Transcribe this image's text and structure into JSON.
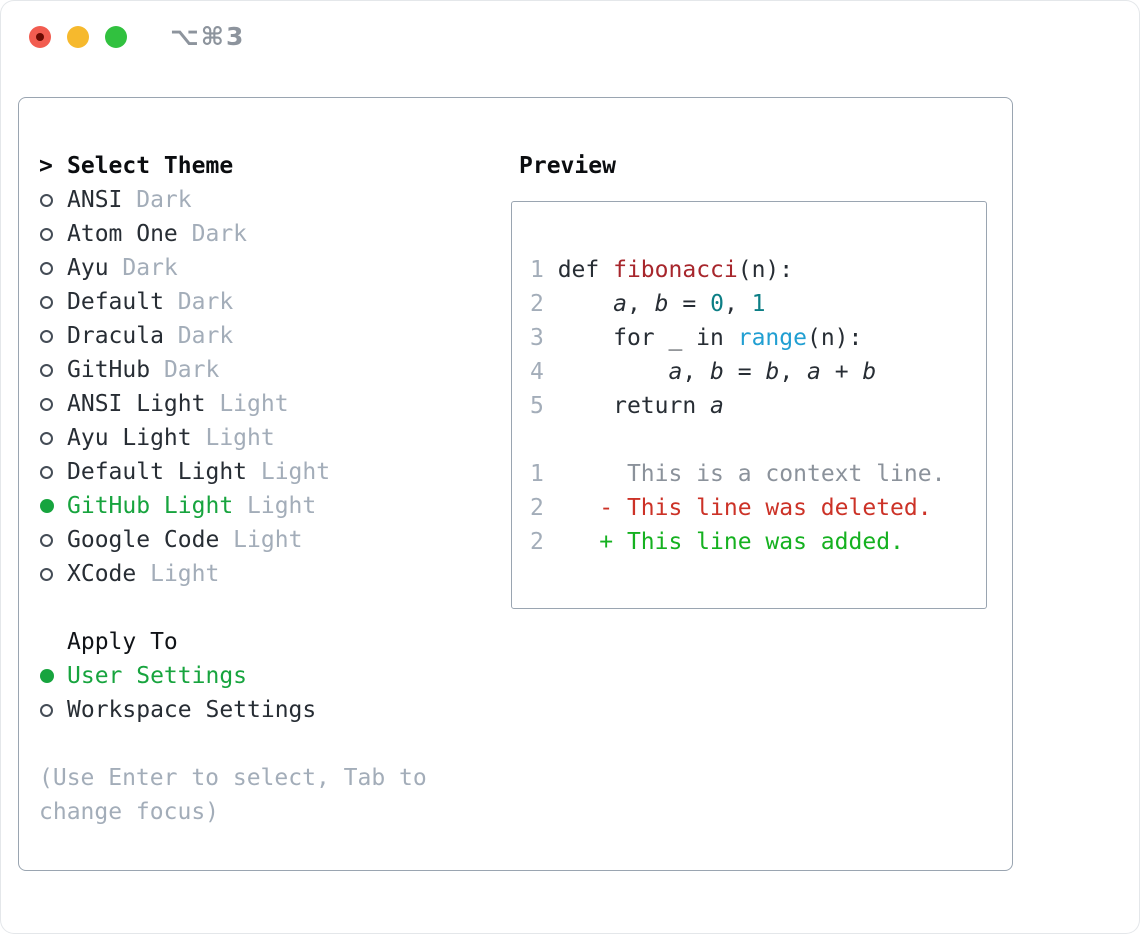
{
  "window": {
    "shortcut": "⌥⌘3",
    "controls": [
      "close",
      "minimize",
      "zoom"
    ]
  },
  "colors": {
    "accent_green": "#17a43e",
    "added_green": "#15b120",
    "deleted_red": "#cc3227",
    "function_red": "#a7262c",
    "number_teal": "#0c7e85",
    "builtin_blue": "#219fd2",
    "muted_gray": "#a3adb9",
    "text_dark": "#272d34",
    "box_border": "#9aa5b1",
    "traffic_red": "#f25c50",
    "traffic_yellow": "#f6b92d",
    "traffic_green": "#31c13f"
  },
  "icons": {
    "cursor": ">",
    "radio_unselected": "circle-outline",
    "radio_selected": "circle-filled-green"
  },
  "theme_menu": {
    "cursor": ">",
    "title": "Select Theme",
    "items": [
      {
        "name": "ANSI",
        "variant": "Dark",
        "selected": false
      },
      {
        "name": "Atom One",
        "variant": "Dark",
        "selected": false
      },
      {
        "name": "Ayu",
        "variant": "Dark",
        "selected": false
      },
      {
        "name": "Default",
        "variant": "Dark",
        "selected": false
      },
      {
        "name": "Dracula",
        "variant": "Dark",
        "selected": false
      },
      {
        "name": "GitHub",
        "variant": "Dark",
        "selected": false
      },
      {
        "name": "ANSI Light",
        "variant": "Light",
        "selected": false
      },
      {
        "name": "Ayu Light",
        "variant": "Light",
        "selected": false
      },
      {
        "name": "Default Light",
        "variant": "Light",
        "selected": false
      },
      {
        "name": "GitHub Light",
        "variant": "Light",
        "selected": true
      },
      {
        "name": "Google Code",
        "variant": "Light",
        "selected": false
      },
      {
        "name": "XCode",
        "variant": "Light",
        "selected": false
      }
    ]
  },
  "apply_to": {
    "title": "Apply To",
    "options": [
      {
        "label": "User Settings",
        "selected": true
      },
      {
        "label": "Workspace Settings",
        "selected": false
      }
    ]
  },
  "hint": {
    "text": "(Use Enter to select, Tab to change focus)"
  },
  "preview": {
    "title": "Preview",
    "lines": [
      {
        "kind": "code",
        "segments": [
          [
            "ln",
            "1"
          ],
          [
            "t",
            " def "
          ],
          [
            "fn",
            "fibonacci"
          ],
          [
            "t",
            "(n):"
          ]
        ]
      },
      {
        "kind": "code",
        "segments": [
          [
            "ln",
            "2"
          ],
          [
            "t",
            "     "
          ],
          [
            "var",
            "a"
          ],
          [
            "t",
            ", "
          ],
          [
            "var",
            "b"
          ],
          [
            "t",
            " = "
          ],
          [
            "num",
            "0"
          ],
          [
            "t",
            ", "
          ],
          [
            "num",
            "1"
          ]
        ]
      },
      {
        "kind": "code",
        "segments": [
          [
            "ln",
            "3"
          ],
          [
            "t",
            "     for _ in "
          ],
          [
            "blue",
            "range"
          ],
          [
            "t",
            "(n):"
          ]
        ]
      },
      {
        "kind": "code",
        "segments": [
          [
            "ln",
            "4"
          ],
          [
            "t",
            "         "
          ],
          [
            "var",
            "a"
          ],
          [
            "t",
            ", "
          ],
          [
            "var",
            "b"
          ],
          [
            "t",
            " = "
          ],
          [
            "var",
            "b"
          ],
          [
            "t",
            ", "
          ],
          [
            "var",
            "a"
          ],
          [
            "t",
            " + "
          ],
          [
            "var",
            "b"
          ]
        ]
      },
      {
        "kind": "code",
        "segments": [
          [
            "ln",
            "5"
          ],
          [
            "t",
            "     return "
          ],
          [
            "var",
            "a"
          ]
        ]
      },
      {
        "kind": "blank",
        "segments": []
      },
      {
        "kind": "diff-context",
        "segments": [
          [
            "ln",
            "1"
          ],
          [
            "t",
            "      "
          ],
          [
            "ctx",
            "This is a context line."
          ]
        ]
      },
      {
        "kind": "diff-deleted",
        "segments": [
          [
            "ln",
            "2"
          ],
          [
            "t",
            "    "
          ],
          [
            "del",
            "- This line was deleted."
          ]
        ]
      },
      {
        "kind": "diff-added",
        "segments": [
          [
            "ln",
            "2"
          ],
          [
            "t",
            "    "
          ],
          [
            "add",
            "+ This line was added."
          ]
        ]
      }
    ]
  }
}
